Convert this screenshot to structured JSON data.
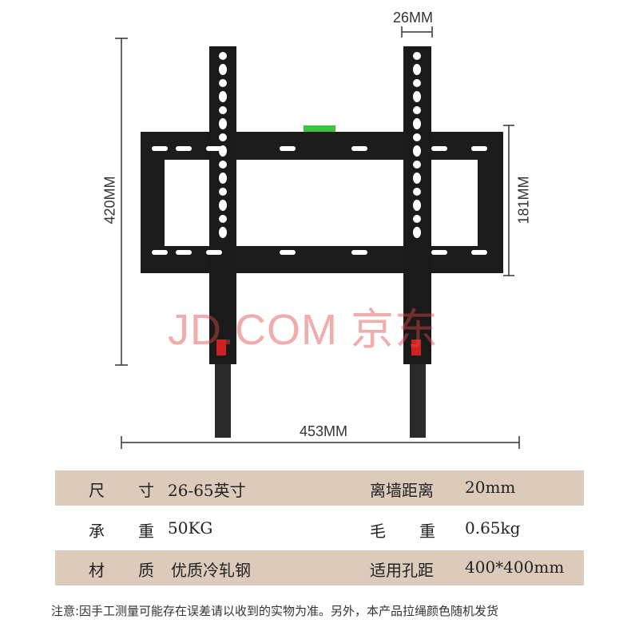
{
  "dimensions": {
    "height": "420MM",
    "width": "453MM",
    "frame_height": "181MM",
    "bar_width": "26MM"
  },
  "watermark": "JD.COM 京东",
  "specs": [
    {
      "label1": "尺",
      "label2": "寸",
      "value": "26-65英寸",
      "label_r": "离墙距离",
      "value_r": "20mm"
    },
    {
      "label1": "承",
      "label2": "重",
      "value": "50KG",
      "label_r1": "毛",
      "label_r2": "重",
      "value_r": "0.65kg"
    },
    {
      "label1": "材",
      "label2": "质",
      "value": "优质冷轧钢",
      "label_r": "适用孔距",
      "value_r": "400*400mm"
    }
  ],
  "note": "注意:因手工测量可能存在误差请以收到的实物为准。另外，本产品拉绳颜色随机发货",
  "colors": {
    "band": "#dccbbb",
    "bracket": "#1a1a1a",
    "level": "#3cc43c",
    "lock": "#d02020"
  }
}
